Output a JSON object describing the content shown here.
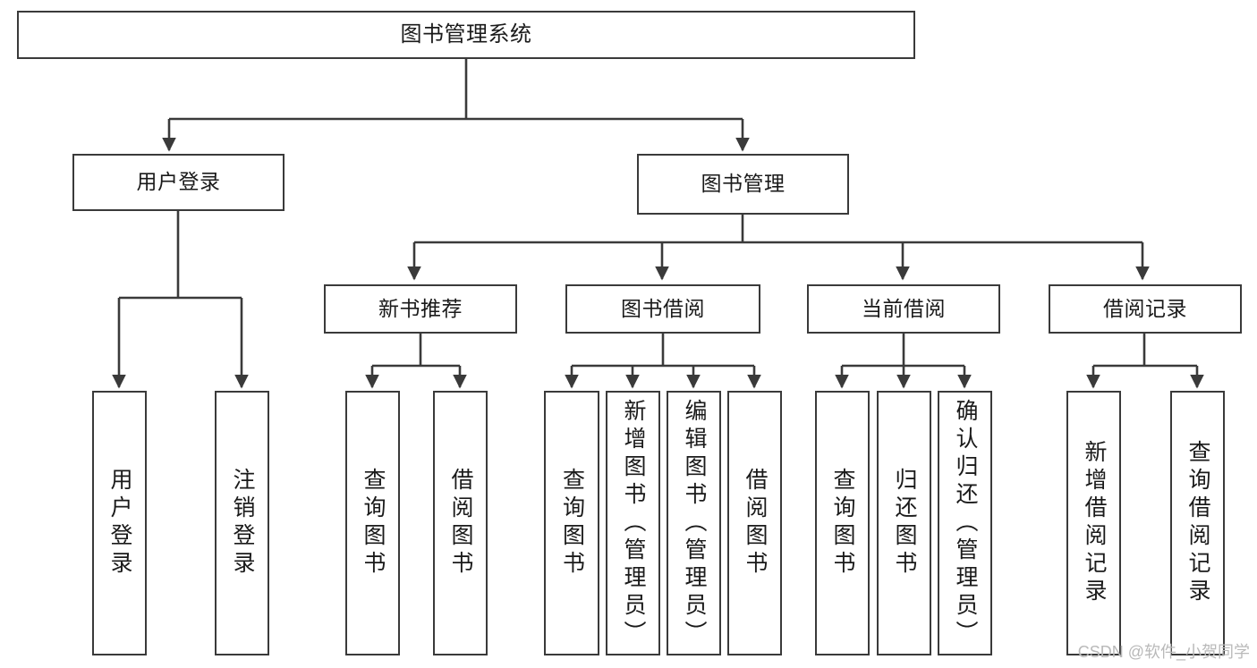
{
  "diagram": {
    "title": "图书管理系统",
    "type": "tree-hierarchy-chart",
    "stroke_color": "#3a3a3a",
    "background_color": "#ffffff",
    "text_color": "#1a1a1a"
  },
  "nodes": {
    "root": {
      "label": "图书管理系统"
    },
    "level1": [
      {
        "label": "用户登录"
      },
      {
        "label": "图书管理"
      }
    ],
    "level2": [
      {
        "label": "新书推荐"
      },
      {
        "label": "图书借阅"
      },
      {
        "label": "当前借阅"
      },
      {
        "label": "借阅记录"
      }
    ],
    "leaves": {
      "user_login": [
        {
          "label": "用户登录"
        },
        {
          "label": "注销登录"
        }
      ],
      "new_book": [
        {
          "label": "查询图书"
        },
        {
          "label": "借阅图书"
        }
      ],
      "book_borrow": [
        {
          "label": "查询图书"
        },
        {
          "label": "新增图书（管理员）"
        },
        {
          "label": "编辑图书（管理员）"
        },
        {
          "label": "借阅图书"
        }
      ],
      "current_borrow": [
        {
          "label": "查询图书"
        },
        {
          "label": "归还图书"
        },
        {
          "label": "确认归还（管理员）"
        }
      ],
      "borrow_record": [
        {
          "label": "新增借阅记录"
        },
        {
          "label": "查询借阅记录"
        }
      ]
    }
  },
  "watermark": {
    "text": "CSDN @软件_小贺同学"
  }
}
